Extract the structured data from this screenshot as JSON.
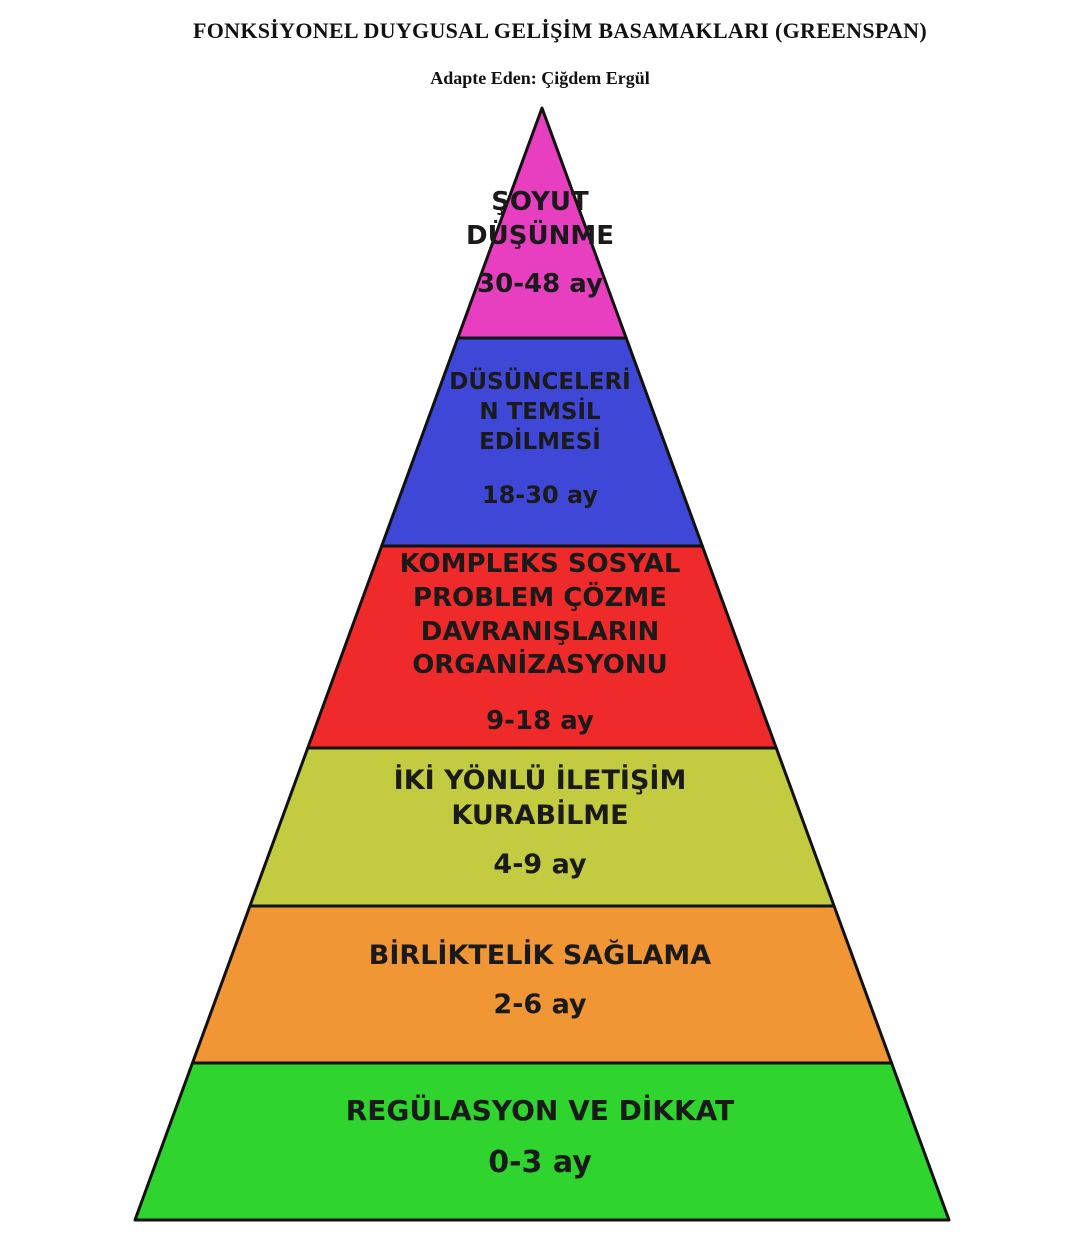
{
  "header": {
    "title": "FONKSİYONEL DUYGUSAL GELİŞİM BASAMAKLARI (GREENSPAN)",
    "subtitle": "Adapte Eden: Çiğdem Ergül"
  },
  "pyramid": {
    "tiers": [
      {
        "lines": [
          "ŞOYUT",
          "DÜŞÜNME"
        ],
        "age": "30-48 ay",
        "color": "#e83ec0"
      },
      {
        "lines": [
          "DÜSÜNCELERİ",
          "N TEMSİL",
          "EDİLMESİ"
        ],
        "age": "18-30 ay",
        "color": "#3f48d6"
      },
      {
        "lines": [
          "KOMPLEKS SOSYAL",
          "PROBLEM ÇÖZME",
          "DAVRANIŞLARIN",
          "ORGANİZASYONU"
        ],
        "age": "9-18 ay",
        "color": "#ef2a2a"
      },
      {
        "lines": [
          "İKİ YÖNLÜ İLETİŞİM",
          "KURABİLME"
        ],
        "age": "4-9 ay",
        "color": "#c3cc40"
      },
      {
        "lines": [
          "BİRLİKTELİK SAĞLAMA"
        ],
        "age": "2-6 ay",
        "color": "#f09634"
      },
      {
        "lines": [
          "REGÜLASYON VE DİKKAT"
        ],
        "age": "0-3 ay",
        "color": "#2fd42f"
      }
    ]
  }
}
